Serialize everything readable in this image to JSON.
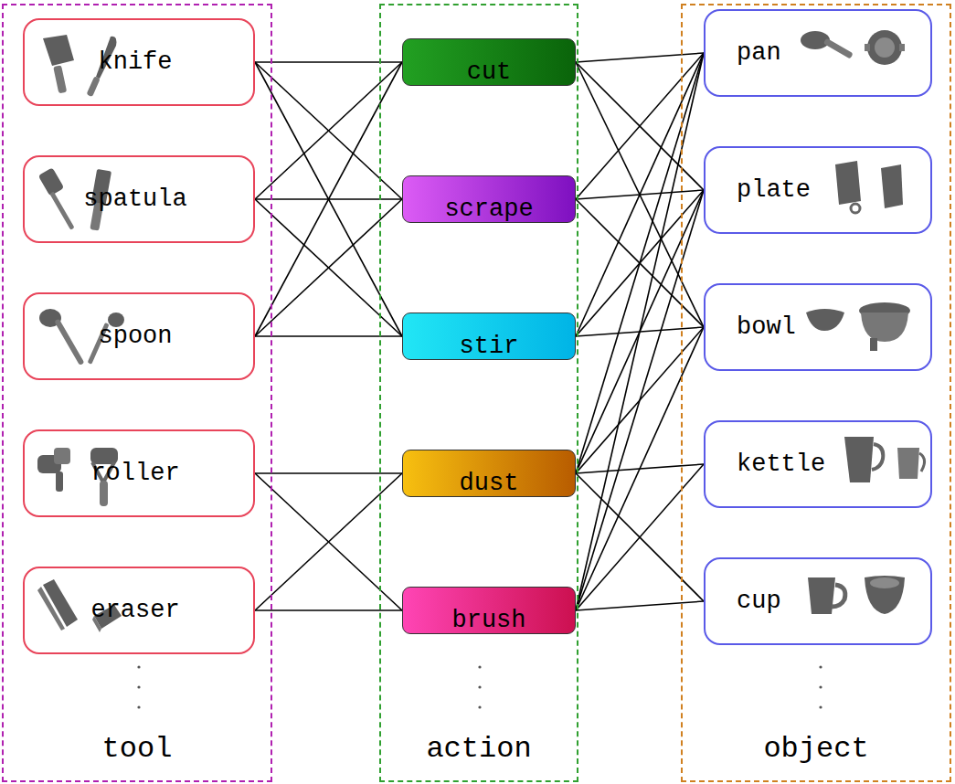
{
  "diagram": {
    "nodes": [
      {
        "text": [
          "tool"
        ]
      },
      {
        "text": [
          "knife"
        ],
        "in": 0
      },
      {
        "text": [
          "spatula"
        ],
        "in": 0
      },
      {
        "text": [
          "spoon"
        ],
        "in": 0
      },
      {
        "text": [
          "roller"
        ],
        "in": 0
      },
      {
        "text": [
          "eraser"
        ],
        "in": 0
      },
      {
        "text": [
          "action"
        ]
      },
      {
        "text": [
          "cut"
        ],
        "in": 6
      },
      {
        "text": [
          "scrape"
        ],
        "in": 6
      },
      {
        "text": [
          "stir"
        ],
        "in": 6
      },
      {
        "text": [
          "dust"
        ],
        "in": 6
      },
      {
        "text": [
          "brush"
        ],
        "in": 6
      },
      {
        "text": [
          "object"
        ]
      },
      {
        "text": [
          "pan"
        ],
        "in": 12
      },
      {
        "text": [
          "plate"
        ],
        "in": 12
      },
      {
        "text": [
          "bowl"
        ],
        "in": 12
      },
      {
        "text": [
          "kettle"
        ],
        "in": 12
      },
      {
        "text": [
          "cup"
        ],
        "in": 12
      }
    ],
    "edges": [
      {
        "from": 1,
        "to": 7,
        "arrow": "none"
      },
      {
        "from": 1,
        "to": 8,
        "arrow": "none"
      },
      {
        "from": 1,
        "to": 9,
        "arrow": "none"
      },
      {
        "from": 2,
        "to": 7,
        "arrow": "none"
      },
      {
        "from": 2,
        "to": 8,
        "arrow": "none"
      },
      {
        "from": 2,
        "to": 9,
        "arrow": "none"
      },
      {
        "from": 3,
        "to": 7,
        "arrow": "none"
      },
      {
        "from": 3,
        "to": 8,
        "arrow": "none"
      },
      {
        "from": 3,
        "to": 9,
        "arrow": "none"
      },
      {
        "from": 4,
        "to": 10,
        "arrow": "none"
      },
      {
        "from": 4,
        "to": 11,
        "arrow": "none"
      },
      {
        "from": 5,
        "to": 10,
        "arrow": "none"
      },
      {
        "from": 5,
        "to": 11,
        "arrow": "none"
      },
      {
        "from": 7,
        "to": 13,
        "arrow": "none"
      },
      {
        "from": 7,
        "to": 14,
        "arrow": "none"
      },
      {
        "from": 7,
        "to": 15,
        "arrow": "none"
      },
      {
        "from": 8,
        "to": 13,
        "arrow": "none"
      },
      {
        "from": 8,
        "to": 14,
        "arrow": "none"
      },
      {
        "from": 8,
        "to": 15,
        "arrow": "none"
      },
      {
        "from": 9,
        "to": 13,
        "arrow": "none"
      },
      {
        "from": 9,
        "to": 14,
        "arrow": "none"
      },
      {
        "from": 9,
        "to": 15,
        "arrow": "none"
      },
      {
        "from": 10,
        "to": 13,
        "arrow": "none"
      },
      {
        "from": 10,
        "to": 14,
        "arrow": "none"
      },
      {
        "from": 10,
        "to": 15,
        "arrow": "none"
      },
      {
        "from": 10,
        "to": 16,
        "arrow": "none"
      },
      {
        "from": 10,
        "to": 17,
        "arrow": "none"
      },
      {
        "from": 11,
        "to": 13,
        "arrow": "none"
      },
      {
        "from": 11,
        "to": 14,
        "arrow": "none"
      },
      {
        "from": 11,
        "to": 15,
        "arrow": "none"
      },
      {
        "from": 11,
        "to": 16,
        "arrow": "none"
      },
      {
        "from": 11,
        "to": 17,
        "arrow": "none"
      }
    ]
  }
}
